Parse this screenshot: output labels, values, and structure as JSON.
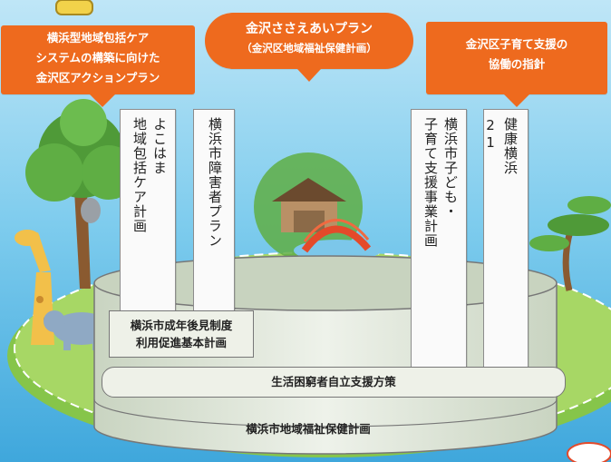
{
  "boxes": {
    "left": {
      "line1": "横浜型地域包括ケア",
      "line2": "システムの構築に向けた",
      "line3": "金沢区アクションプラン"
    },
    "center": {
      "title": "金沢ささえあいプラン",
      "subtitle": "（金沢区地域福祉保健計画）"
    },
    "right": {
      "line1": "金沢区子育て支援の",
      "line2": "協働の指針"
    }
  },
  "pillars": [
    {
      "text": "よこはま\n地域包括ケア計画",
      "note": "（※）"
    },
    {
      "text": "横浜市障害者プラン"
    },
    {
      "text": "横浜市子ども・\n子育て支援事業計画"
    },
    {
      "text": "健康横浜\n21"
    }
  ],
  "bands": {
    "adult_guardianship_line1": "横浜市成年後見制度",
    "adult_guardianship_line2": "利用促進基本計画",
    "poverty": "生活困窮者自立支援方策",
    "base": "横浜市地域福祉保健計画"
  },
  "colors": {
    "sea": "#5fb8e8",
    "island": "#9bd15d",
    "orange": "#ee6a1e",
    "cylinder": "#dde6d5"
  }
}
